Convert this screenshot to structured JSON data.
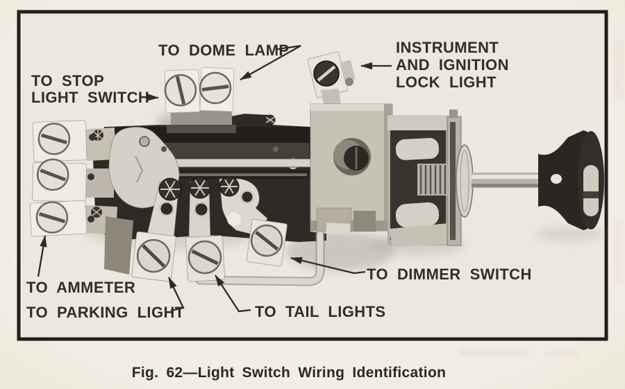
{
  "figure": {
    "caption": "Fig. 62—Light Switch Wiring Identification"
  },
  "labels": {
    "dome_lamp": "TO DOME LAMP",
    "stop_light_line1": "TO STOP",
    "stop_light_line2": "LIGHT SWITCH",
    "instrument_line1": "INSTRUMENT",
    "instrument_line2": "AND IGNITION",
    "instrument_line3": "LOCK LIGHT",
    "ammeter": "TO AMMETER",
    "parking_light": "TO PARKING LIGHT",
    "tail_lights": "TO TAIL LIGHTS",
    "dimmer_switch": "TO DIMMER SWITCH"
  },
  "colors": {
    "paper": "#f2eee3",
    "photo_background": "#ebe8e0",
    "ink": "#2e2b26",
    "frame_border": "#211f1b",
    "metal_light": "#e8e4da",
    "metal_dark": "#2e2a26"
  }
}
